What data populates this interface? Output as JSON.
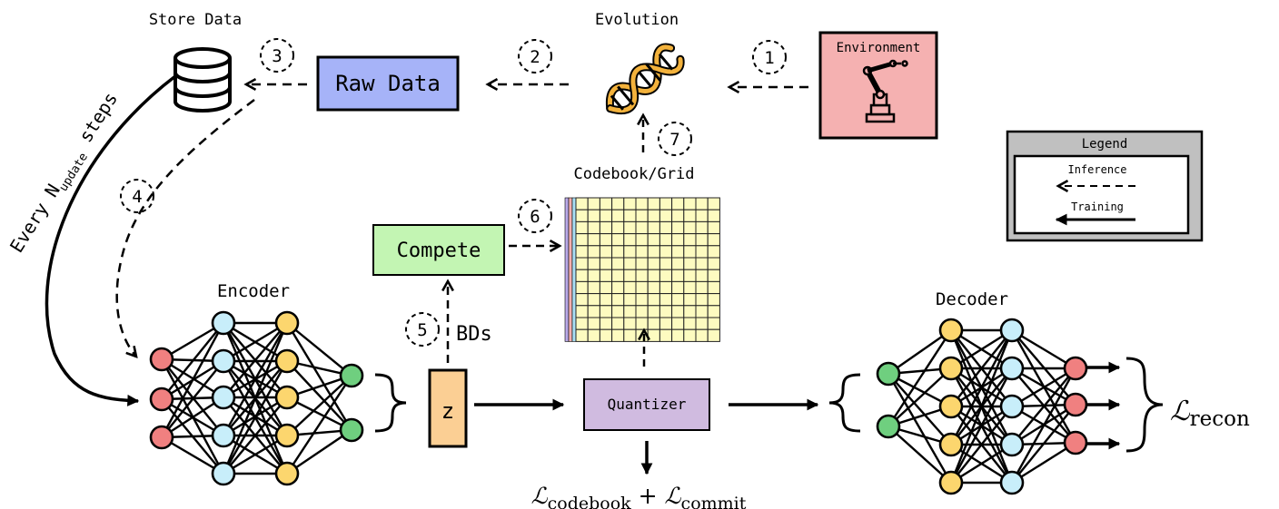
{
  "labels": {
    "store_data": "Store Data",
    "raw_data": "Raw Data",
    "evolution": "Evolution",
    "environment": "Environment",
    "codebook_grid": "Codebook/Grid",
    "compete": "Compete",
    "encoder": "Encoder",
    "decoder": "Decoder",
    "z": "z",
    "quantizer": "Quantizer",
    "bds": "BDs",
    "every_prefix": "Every N",
    "every_sub": "update",
    "every_suffix": " steps",
    "loss_L": "ℒ",
    "loss_codebook_sub": "codebook",
    "loss_plus": " + ",
    "loss_commit_sub": "commit",
    "loss_recon_sub": "recon"
  },
  "steps": [
    "1",
    "2",
    "3",
    "4",
    "5",
    "6",
    "7"
  ],
  "legend": {
    "title": "Legend",
    "inference": "Inference",
    "training": "Training"
  },
  "colors": {
    "node_red": "#f08080",
    "node_blue": "#c8eefa",
    "node_yellow": "#fcd66e",
    "node_green": "#6fcf7f",
    "raw_data_box": "#a6b3f8",
    "environment_box": "#f5b1b1",
    "compete_box": "#c3f5b3",
    "quantizer_box": "#d0bbe0",
    "z_box": "#fbcf94",
    "grid_cell": "#fdfbc0",
    "legend_frame": "#c0c0c0"
  },
  "icons": [
    "database-icon",
    "dna-icon",
    "robot-arm-icon"
  ]
}
